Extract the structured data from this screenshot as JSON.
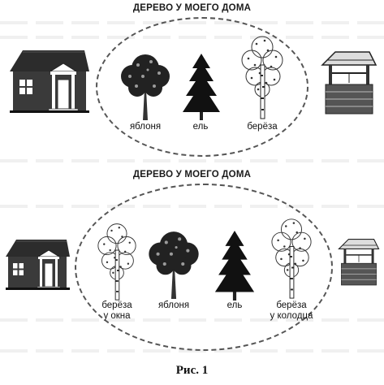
{
  "scene1": {
    "title": "ДЕРЕВО У МОЕГО ДОМА",
    "trees": [
      {
        "icon": "apple-tree-icon",
        "label": "яблоня"
      },
      {
        "icon": "spruce-tree-icon",
        "label": "ель"
      },
      {
        "icon": "birch-tree-icon",
        "label": "берёза"
      }
    ],
    "left_object": "house-icon",
    "right_object": "well-icon"
  },
  "scene2": {
    "title": "ДЕРЕВО У МОЕГО ДОМА",
    "trees": [
      {
        "icon": "birch-tree-icon",
        "label": "берёза\nу окна"
      },
      {
        "icon": "apple-tree-icon",
        "label": "яблоня"
      },
      {
        "icon": "spruce-tree-icon",
        "label": "ель"
      },
      {
        "icon": "birch-tree-icon",
        "label": "берёза\nу колодца"
      }
    ],
    "left_object": "house-icon",
    "right_object": "well-icon"
  },
  "caption": "Рис. 1"
}
